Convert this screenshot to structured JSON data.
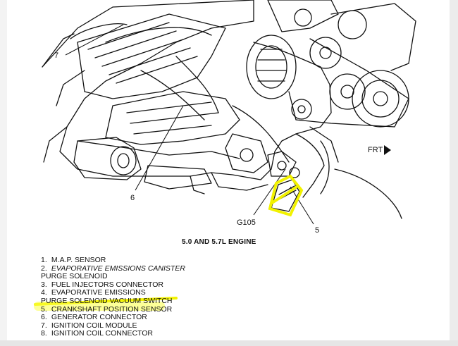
{
  "caption": "5.0 AND 5.7L ENGINE",
  "direction_label": "FRT",
  "callouts": {
    "c7": "7",
    "c6": "6",
    "g105": "G105",
    "c5": "5"
  },
  "legend": [
    {
      "num": "1.",
      "text": "M.A.P. SENSOR",
      "italic": false
    },
    {
      "num": "2.",
      "text": "EVAPORATIVE EMISSIONS CANISTER",
      "italic": true
    },
    {
      "num": "",
      "text": "PURGE  SOLENOID",
      "italic": false
    },
    {
      "num": "3.",
      "text": "FUEL INJECTORS CONNECTOR",
      "italic": false
    },
    {
      "num": "4.",
      "text": "EVAPORATIVE EMISSIONS",
      "italic": false
    },
    {
      "num": "",
      "text": "PURGE SOLENOID VACUUM SWITCH",
      "italic": false
    },
    {
      "num": "5.",
      "text": "CRANKSHAFT POSITION SENSOR",
      "italic": false
    },
    {
      "num": "6.",
      "text": "GENERATOR CONNECTOR",
      "italic": false
    },
    {
      "num": "7.",
      "text": "IGNITION COIL MODULE",
      "italic": false
    },
    {
      "num": "8.",
      "text": "IGNITION COIL CONNECTOR",
      "italic": false
    }
  ],
  "highlight_color": "#f7f700"
}
